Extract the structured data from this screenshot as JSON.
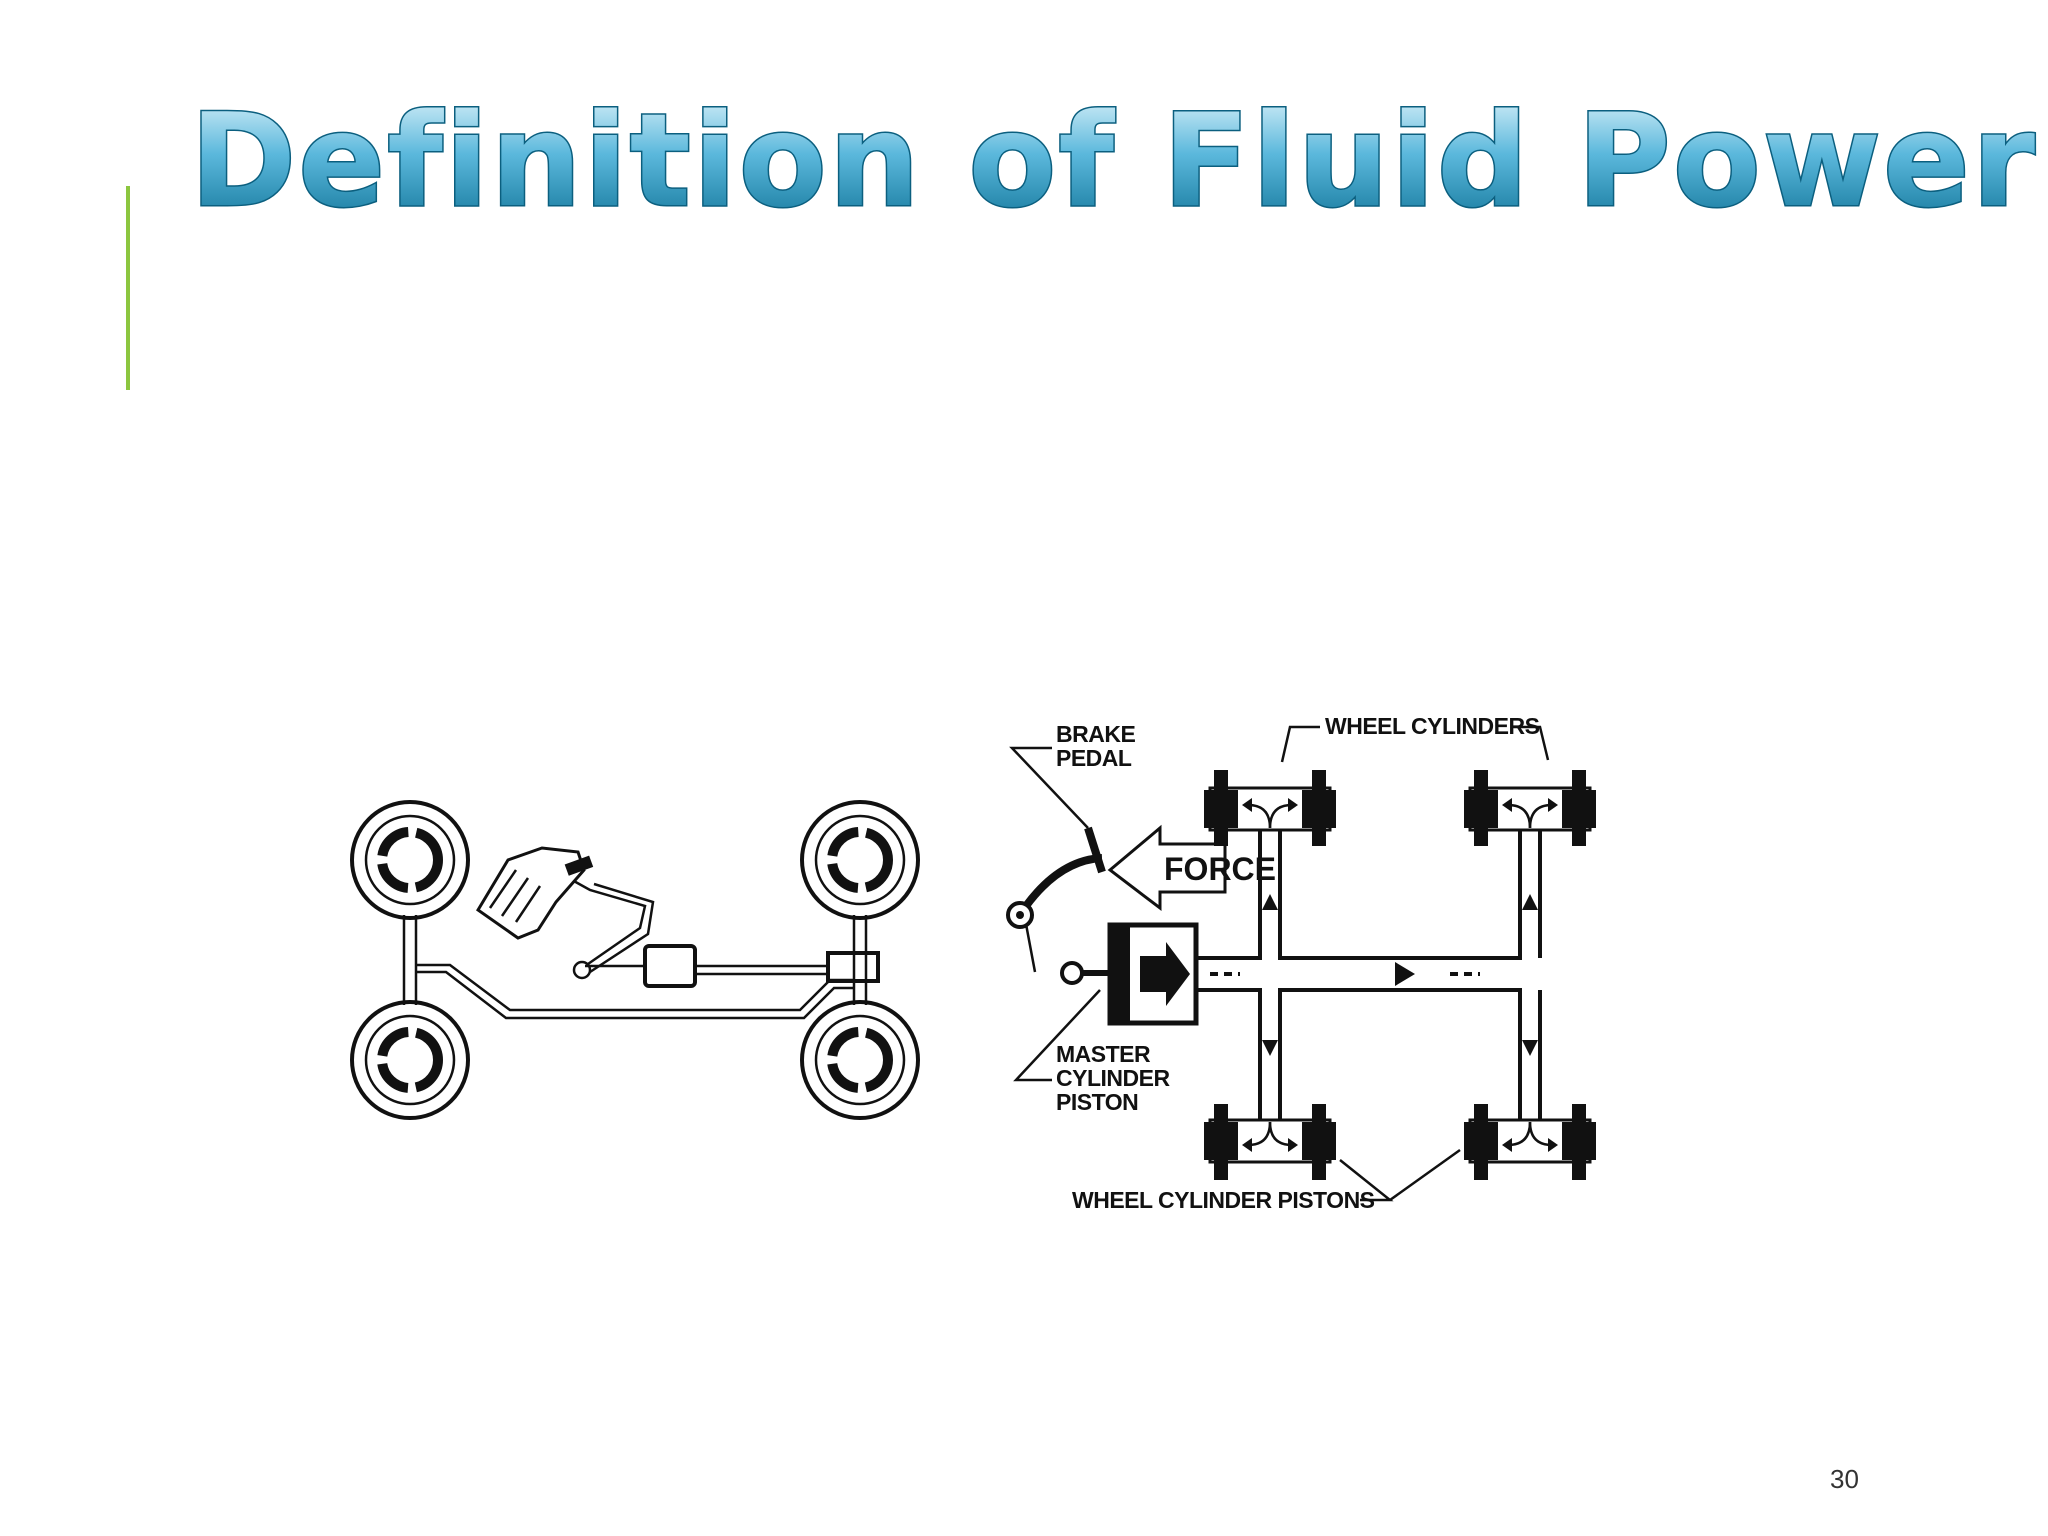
{
  "slide": {
    "title": "Definition of Fluid Power",
    "page_number": "30",
    "accent_color": "#8cc63f",
    "title_gradient": [
      "#d8f2fb",
      "#3aa6cf",
      "#0b6f93"
    ]
  },
  "diagram": {
    "labels": {
      "brake_pedal_1": "BRAKE",
      "brake_pedal_2": "PEDAL",
      "wheel_cylinders": "WHEEL CYLINDERS",
      "force": "FORCE",
      "master_1": "MASTER",
      "master_2": "CYLINDER",
      "master_3": "PISTON",
      "wheel_cylinder_pistons": "WHEEL CYLINDER PISTONS"
    }
  }
}
